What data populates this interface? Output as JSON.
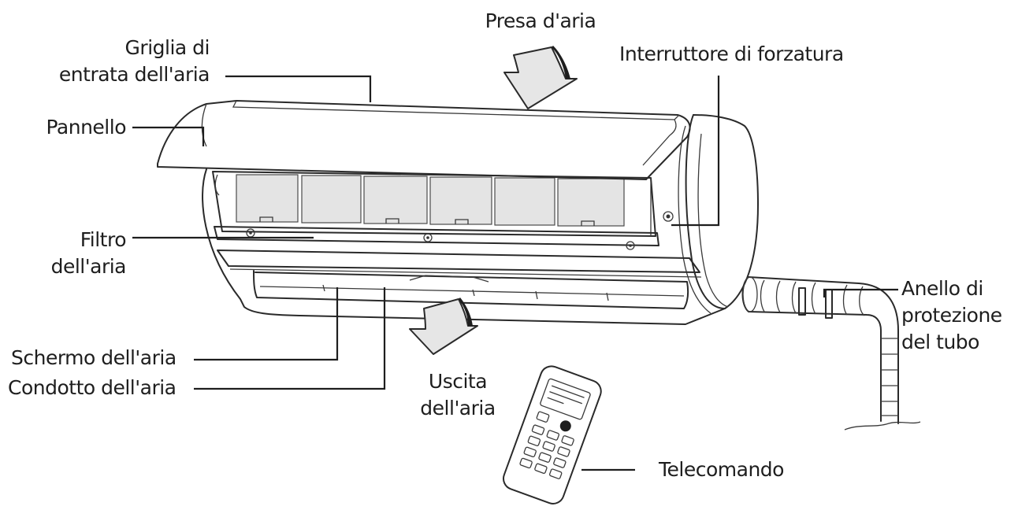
{
  "labels": {
    "presa_aria": "Presa d'aria",
    "griglia_line1": "Griglia di",
    "griglia_line2": "entrata dell'aria",
    "interruttore": "Interruttore di forzatura",
    "pannello": "Pannello",
    "filtro_line1": "Filtro",
    "filtro_line2": "dell'aria",
    "anello_line1": "Anello di",
    "anello_line2": "protezione",
    "anello_line3": "del tubo",
    "schermo": "Schermo dell'aria",
    "condotto": "Condotto dell'aria",
    "uscita_line1": "Uscita",
    "uscita_line2": "dell'aria",
    "telecomando": "Telecomando"
  },
  "colors": {
    "line": "#1e1e1e",
    "filter_fill": "#e4e4e4",
    "arrow_fill": "#e6e6e6",
    "background": "#ffffff"
  }
}
